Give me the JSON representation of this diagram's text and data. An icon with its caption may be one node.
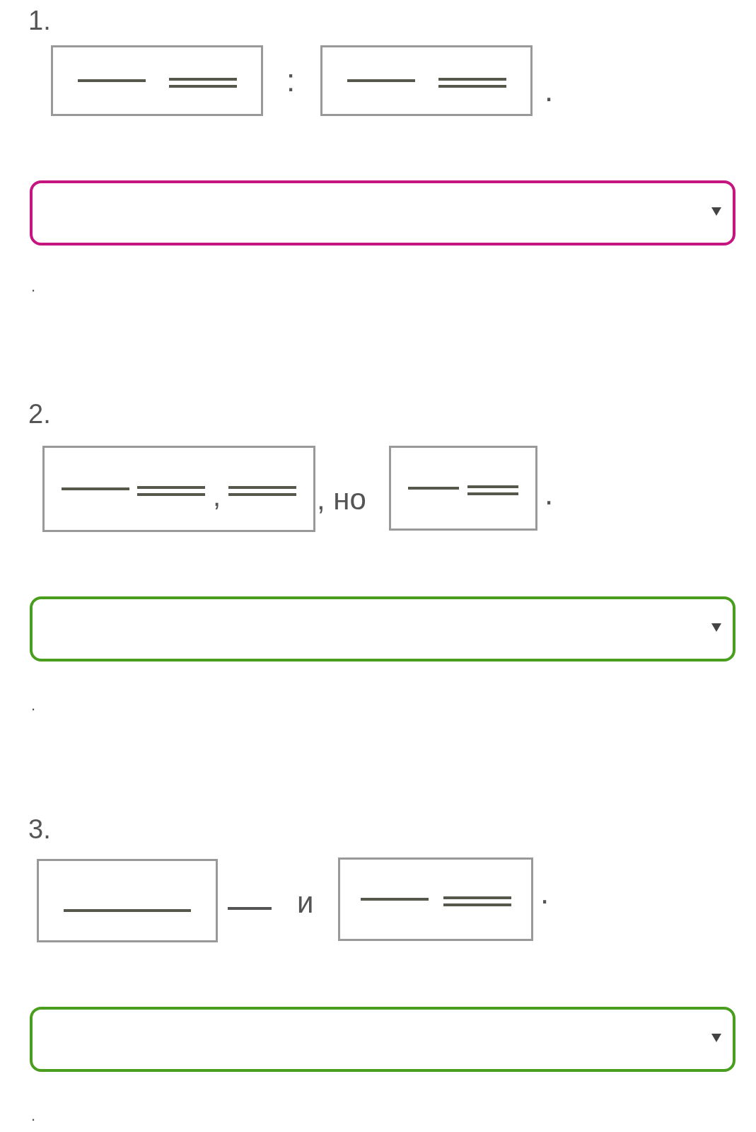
{
  "diagram": {
    "nodes": [
      {
        "text": [],
        "shape": "box"
      },
      {
        "text": [],
        "shape": "box"
      },
      {
        "text": [
          ","
        ]
      },
      {
        "text": [],
        "shape": "box"
      },
      {
        "text": [],
        "shape": "box"
      },
      {
        "text": [],
        "shape": "box"
      }
    ],
    "labels": [
      "1.",
      ":",
      ".",
      ".",
      "2.",
      ", но",
      ".",
      ".",
      "3.",
      "—",
      "и",
      ".",
      "."
    ]
  }
}
